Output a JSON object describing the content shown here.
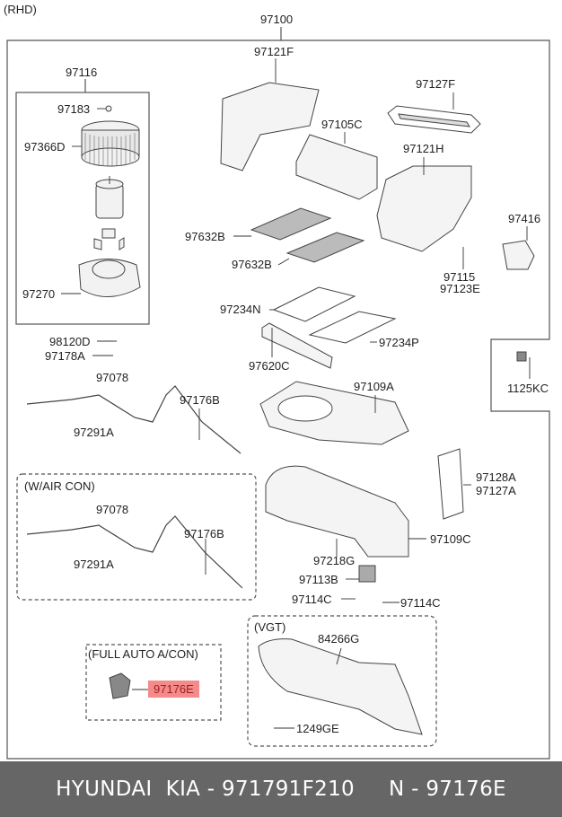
{
  "header": {
    "variant": "(RHD)",
    "assembly_number": "97100"
  },
  "sections": {
    "wair_con": {
      "title": "(W/AIR CON)"
    },
    "full_auto": {
      "title": "(FULL AUTO A/CON)"
    },
    "vgt": {
      "title": "(VGT)"
    }
  },
  "parts": {
    "p97116": "97116",
    "p97183": "97183",
    "p97366D": "97366D",
    "p97270": "97270",
    "p98120D": "98120D",
    "p97178A": "97178A",
    "p97121F": "97121F",
    "p97127F": "97127F",
    "p97105C": "97105C",
    "p97121H": "97121H",
    "p97416": "97416",
    "p97632B_1": "97632B",
    "p97632B_2": "97632B",
    "p97115": "97115",
    "p97123E": "97123E",
    "p97234N": "97234N",
    "p97234P": "97234P",
    "p97620C": "97620C",
    "p1125KC": "1125KC",
    "p97078_1": "97078",
    "p97176B_1": "97176B",
    "p97291A_1": "97291A",
    "p97109A": "97109A",
    "p97128A": "97128A",
    "p97127A": "97127A",
    "p97109C": "97109C",
    "p97078_2": "97078",
    "p97176B_2": "97176B",
    "p97291A_2": "97291A",
    "p97218G": "97218G",
    "p97113B": "97113B",
    "p97114C_1": "97114C",
    "p97114C_2": "97114C",
    "p97176E": "97176E",
    "p84266G": "84266G",
    "p1249GE": "1249GE"
  },
  "highlight": {
    "part": "97176E",
    "color": "#f58a8a"
  },
  "footer": {
    "brand": "HYUNDAI  KIA",
    "part_number_prefix": " - ",
    "part_number": "971791F210",
    "n_prefix": "     N - ",
    "n_value": "97176E"
  }
}
